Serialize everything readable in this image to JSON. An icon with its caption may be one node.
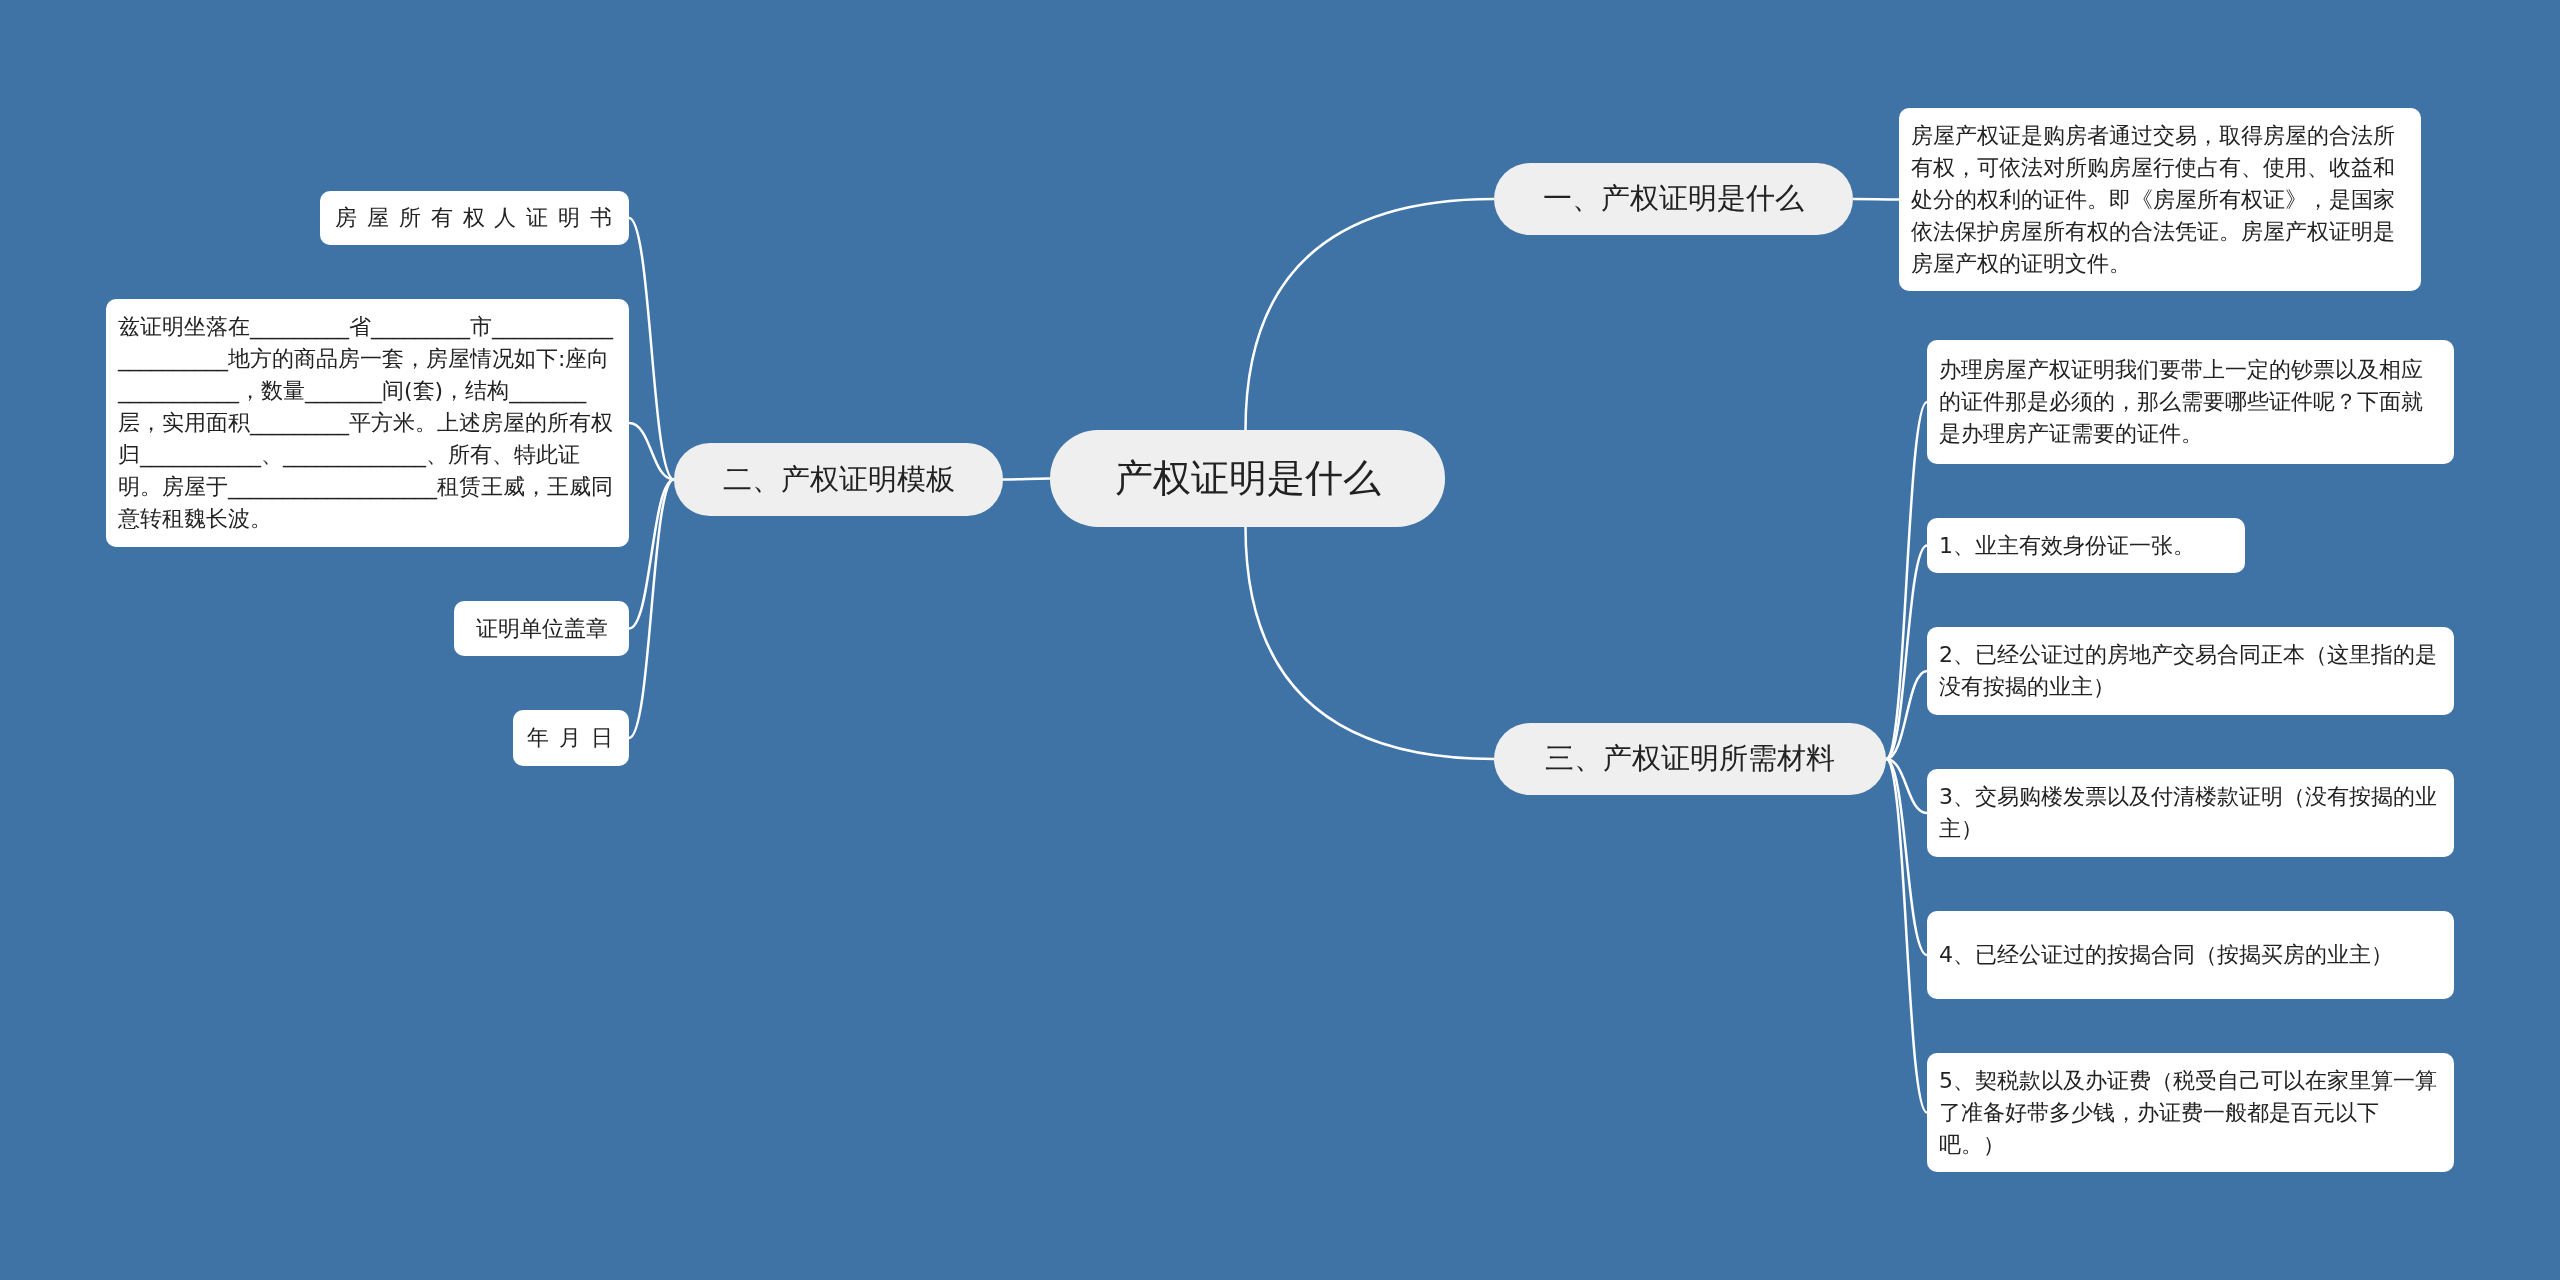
{
  "diagram": {
    "nodes": [
      {
        "text": [
          "产权证明是什么"
        ]
      },
      {
        "text": [
          "一、产权证明是什么"
        ]
      },
      {
        "text": [
          "房屋产权证是购房者通过交易，取得房屋的合法所有权，可依法对所购房屋行使占有、使用、收益和处分的权利的证件。即《房屋所有权证》，是国家依法保护房屋所有权的合法凭证。房屋产权证明是房屋产权的证明文件。"
        ]
      },
      {
        "text": [
          "三、产权证明所需材料"
        ]
      },
      {
        "text": [
          "办理房屋产权证明我们要带上一定的钞票以及相应的证件那是必须的，那么需要哪些证件呢？下面就是办理房产证需要的证件。"
        ]
      },
      {
        "text": [
          "1、业主有效身份证一张。"
        ]
      },
      {
        "text": [
          "2、已经公证过的房地产交易合同正本（这里指的是没有按揭的业主）"
        ]
      },
      {
        "text": [
          "3、交易购楼发票以及付清楼款证明（没有按揭的业主）"
        ]
      },
      {
        "text": [
          "4、已经公证过的按揭合同（按揭买房的业主）"
        ]
      },
      {
        "text": [
          "5、契税款以及办证费（税受自己可以在家里算一算了准备好带多少钱，办证费一般都是百元以下吧。）"
        ]
      },
      {
        "text": [
          "二、产权证明模板"
        ]
      },
      {
        "text": [
          "房屋所有权人证明书"
        ]
      },
      {
        "text": [
          "兹证明坐落在_________省_________市_____________________地方的商品房一套，房屋情况如下:座向___________，数量_______间(套)，结构_______层，实用面积_________平方米。上述房屋的所有权归___________、_____________、所有、特此证明。房屋于___________________租赁王威，王威同意转租魏长波。"
        ]
      },
      {
        "text": [
          "证明单位盖章"
        ]
      },
      {
        "text": [
          "年月日"
        ]
      }
    ],
    "edges": [
      {
        "from": 0,
        "to": 1,
        "arrow": "none"
      },
      {
        "from": 1,
        "to": 2,
        "arrow": "none"
      },
      {
        "from": 0,
        "to": 3,
        "arrow": "none"
      },
      {
        "from": 3,
        "to": 4,
        "arrow": "none"
      },
      {
        "from": 3,
        "to": 5,
        "arrow": "none"
      },
      {
        "from": 3,
        "to": 6,
        "arrow": "none"
      },
      {
        "from": 3,
        "to": 7,
        "arrow": "none"
      },
      {
        "from": 3,
        "to": 8,
        "arrow": "none"
      },
      {
        "from": 3,
        "to": 9,
        "arrow": "none"
      },
      {
        "from": 0,
        "to": 10,
        "arrow": "none"
      },
      {
        "from": 10,
        "to": 11,
        "arrow": "none"
      },
      {
        "from": 10,
        "to": 12,
        "arrow": "none"
      },
      {
        "from": 10,
        "to": 13,
        "arrow": "none"
      },
      {
        "from": 10,
        "to": 14,
        "arrow": "none"
      }
    ]
  }
}
